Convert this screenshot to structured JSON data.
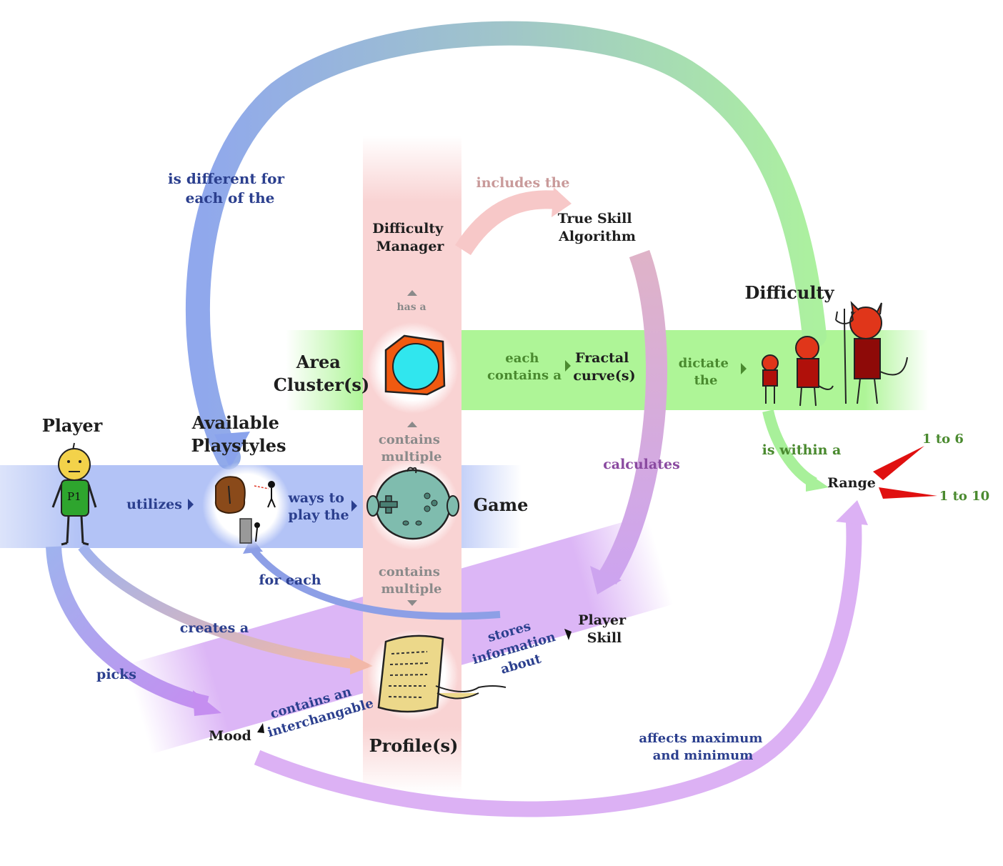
{
  "colors": {
    "blue": "#8ea6ee",
    "blue_text": "#2b3f8e",
    "green": "#9ef07d",
    "green_text": "#4a8a2f",
    "pink": "#f6c6c6",
    "pink_text": "#c99a9a",
    "purple": "#d9a9f2",
    "purple_text": "#8a4aa0",
    "red": "#e01010",
    "dark_text": "#1e1e1e"
  },
  "nodes": {
    "player": "Player",
    "available_playstyles": [
      "Available",
      "Playstyles"
    ],
    "game": "Game",
    "area_clusters": [
      "Area",
      "Cluster(s)"
    ],
    "difficulty_manager": [
      "Difficulty",
      "Manager"
    ],
    "true_skill": [
      "True Skill",
      "Algorithm"
    ],
    "difficulty": "Difficulty",
    "fractal_curves": [
      "Fractal",
      "curve(s)"
    ],
    "range": "Range",
    "profiles": "Profile(s)",
    "player_skill": [
      "Player",
      "Skill"
    ],
    "mood": "Mood"
  },
  "edges": {
    "is_different_for": [
      "is different for",
      "each of the"
    ],
    "includes_the": "includes the",
    "has_a": "has a",
    "each_contains_a": [
      "each",
      "contains a"
    ],
    "dictate_the": [
      "dictate",
      "the"
    ],
    "contains_multiple_top": [
      "contains",
      "multiple"
    ],
    "contains_multiple_bottom": [
      "contains",
      "multiple"
    ],
    "utilizes": "utilizes",
    "ways_to_play_the": [
      "ways to",
      "play the"
    ],
    "calculates": "calculates",
    "is_within_a": "is within a",
    "for_each": "for each",
    "creates_a": "creates a",
    "picks": "picks",
    "stores_information_about": [
      "stores",
      "information",
      "about"
    ],
    "contains_an_interchangable": [
      "contains an",
      "interchangable"
    ],
    "affects_max_min": [
      "affects maximum",
      "and minimum"
    ]
  },
  "range_values": {
    "upper": "1 to 6",
    "lower": "1 to 10"
  },
  "icons": {
    "player": "stick-figure-p1-icon",
    "playstyles": "playstyle-figures-icon",
    "game": "gamepad-head-icon",
    "cluster": "cube-sphere-icon",
    "profile": "scroll-icon",
    "difficulty": "devils-icon",
    "range": "range-triangles-icon"
  },
  "player_shirt_text": "P1"
}
